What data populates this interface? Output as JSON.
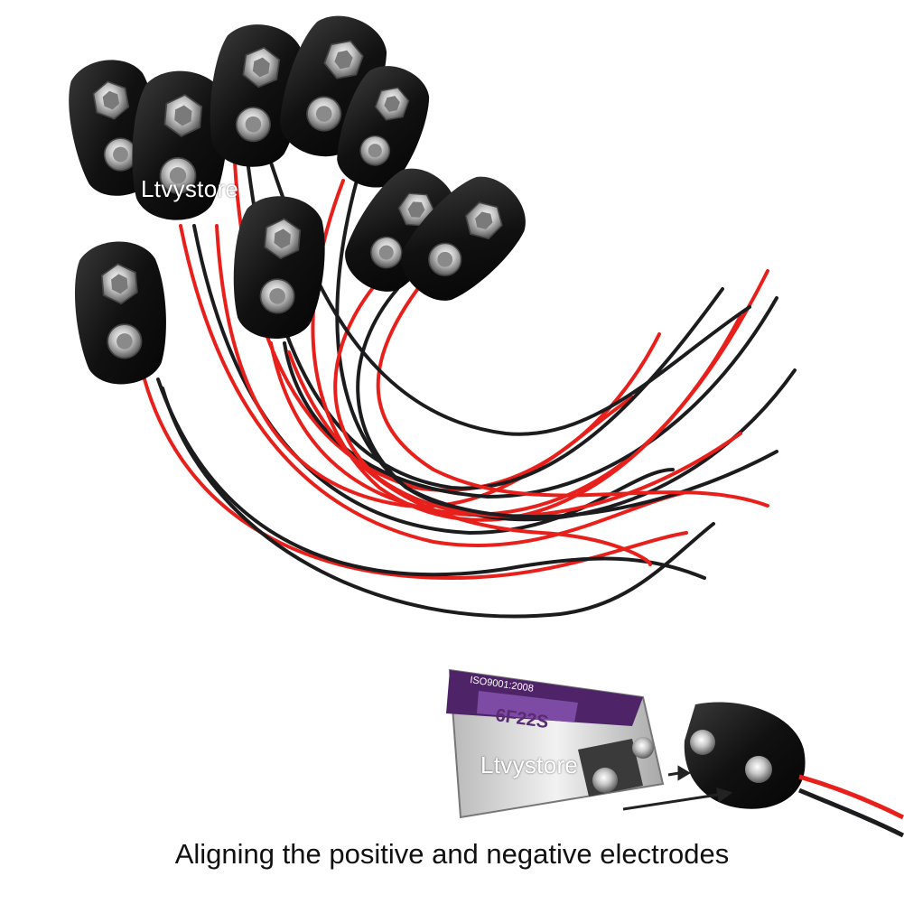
{
  "watermark_top": "Ltvystore",
  "watermark_bottom": "Ltvystore",
  "caption": "Aligning the positive and negative electrodes",
  "battery_labels": {
    "model": "6F22S",
    "code": "ISO9001:2008"
  },
  "colors": {
    "wire_red": "#e8201c",
    "wire_black": "#1c1c1e",
    "clip_body": "#141414",
    "battery_purple": "#5a2b73",
    "battery_silver": "#dcdcdc"
  }
}
